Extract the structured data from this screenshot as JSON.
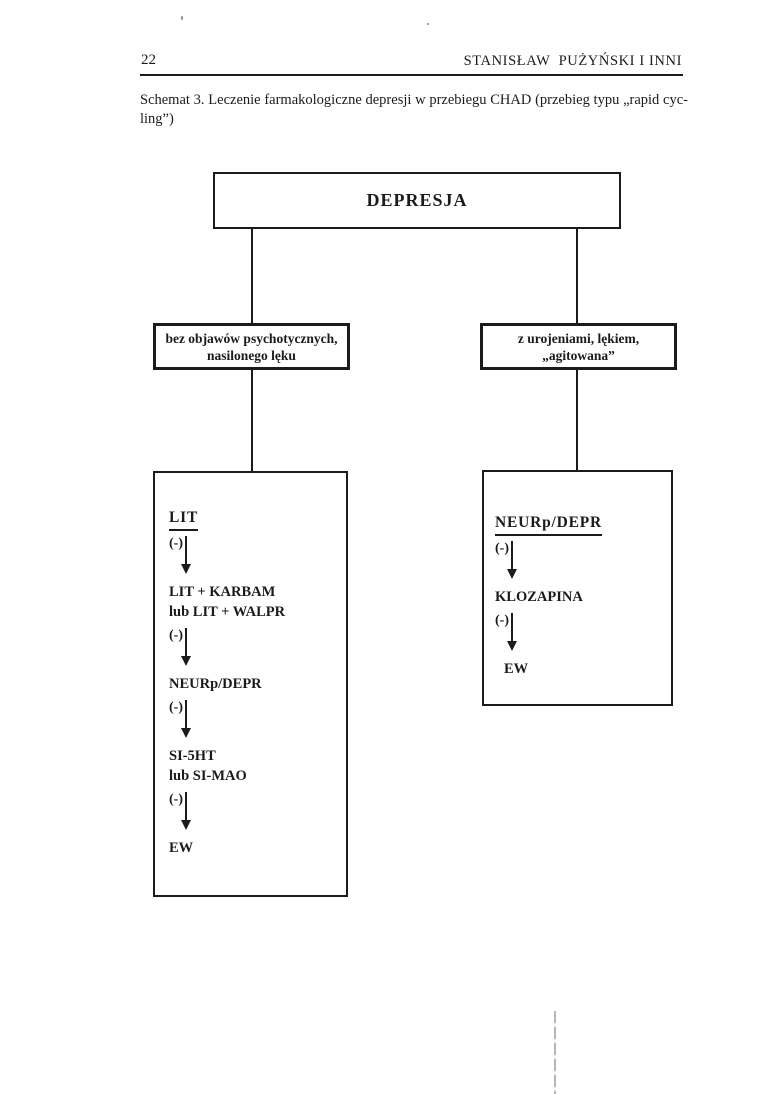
{
  "ink_color": "#1b1b1b",
  "page": {
    "number": "22",
    "running_head": "STANISŁAW  PUŻYŃSKI I INNI",
    "caption_line1": "Schemat 3. Leczenie farmakologiczne depresji w przebiegu CHAD (przebieg typu „rapid cyc-",
    "caption_line2": "ling”)"
  },
  "flowchart": {
    "root_label": "DEPRESJA",
    "branch_left_label": "bez objawów psychotycznych,\nnasilonego lęku",
    "branch_right_label": "z urojeniami, lękiem,\n„agitowana”",
    "left_path": {
      "title": "LIT",
      "steps": [
        {
          "fail": "(-)",
          "label": "LIT + KARBAM\nlub LIT + WALPR"
        },
        {
          "fail": "(-)",
          "label": "NEURp/DEPR"
        },
        {
          "fail": "(-)",
          "label": "SI-5HT\nlub SI-MAO"
        },
        {
          "fail": "(-)",
          "label": "EW"
        }
      ]
    },
    "right_path": {
      "title": "NEURp/DEPR",
      "steps": [
        {
          "fail": "(-)",
          "label": "KLOZAPINA"
        },
        {
          "fail": "(-)",
          "label": "EW"
        }
      ]
    }
  }
}
